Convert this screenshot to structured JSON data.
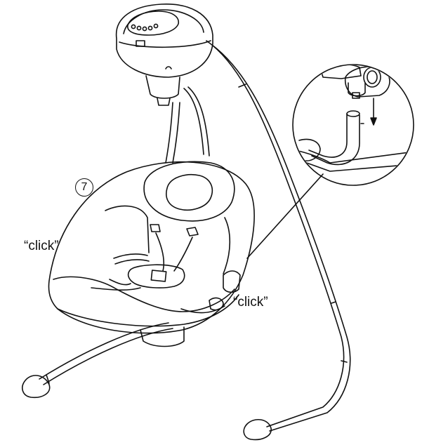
{
  "step_number": "7",
  "callouts": {
    "left": "“click”",
    "right": "“click”"
  },
  "colors": {
    "line": "#111111",
    "background": "#ffffff"
  }
}
